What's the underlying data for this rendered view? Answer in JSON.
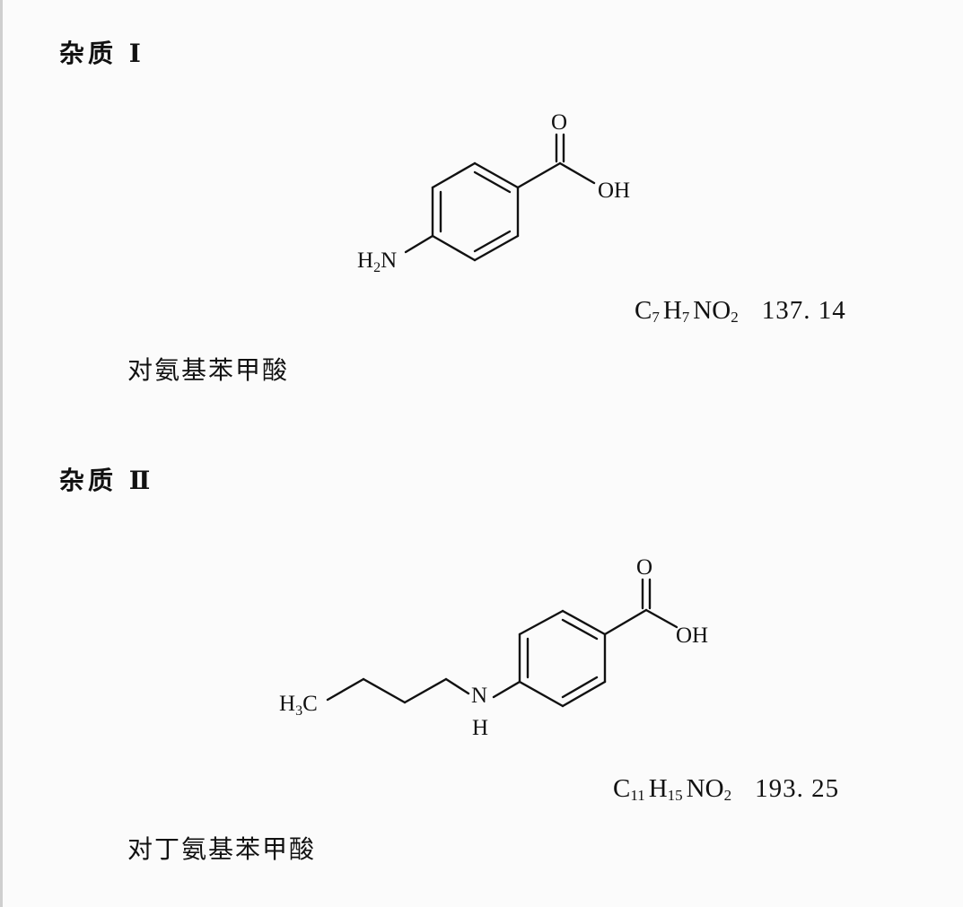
{
  "impurities": [
    {
      "heading": "杂质 Ⅰ",
      "name": "对氨基苯甲酸",
      "formula": {
        "c": "C",
        "c_n": "7",
        "h": "H",
        "h_n": "7",
        "rest": "NO",
        "o_n": "2"
      },
      "mw": "137. 14",
      "labels": {
        "o": "O",
        "oh": "OH",
        "h2n_h": "H",
        "h2n_2": "2",
        "h2n_n": "N"
      }
    },
    {
      "heading": "杂质 Ⅱ",
      "name": "对丁氨基苯甲酸",
      "formula": {
        "c": "C",
        "c_n": "11",
        "h": "H",
        "h_n": "15",
        "rest": "NO",
        "o_n": "2"
      },
      "mw": "193. 25",
      "labels": {
        "o": "O",
        "oh": "OH",
        "nh_n": "N",
        "nh_h": "H",
        "h3c_h": "H",
        "h3c_3": "3",
        "h3c_c": "C"
      }
    }
  ]
}
